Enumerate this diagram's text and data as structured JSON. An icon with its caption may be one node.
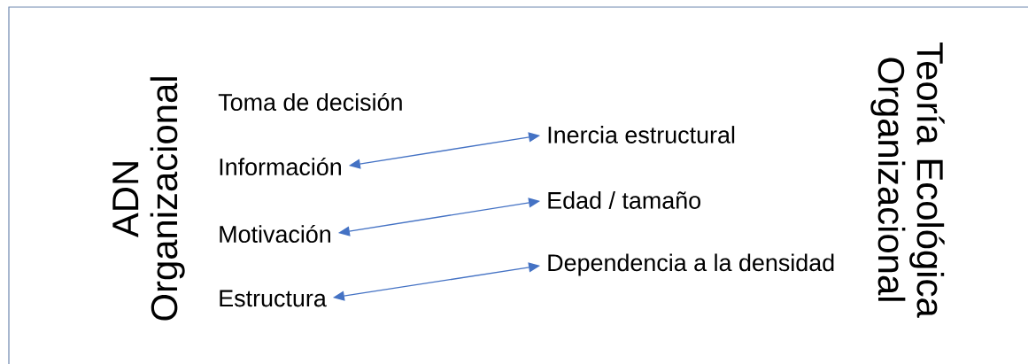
{
  "diagram": {
    "nodes": [
      {
        "text": [
          "Toma de decisión"
        ]
      },
      {
        "text": [
          "Información"
        ]
      },
      {
        "text": [
          "Motivación"
        ]
      },
      {
        "text": [
          "Estructura"
        ]
      },
      {
        "text": [
          "Inercia estructural"
        ]
      },
      {
        "text": [
          "Edad / tamaño"
        ]
      },
      {
        "text": [
          "Dependencia a la densidad"
        ]
      }
    ],
    "edges": [
      {
        "from": 1,
        "to": 4,
        "arrow": "both"
      },
      {
        "from": 2,
        "to": 5,
        "arrow": "both"
      },
      {
        "from": 3,
        "to": 6,
        "arrow": "both"
      }
    ],
    "labels": [
      "ADN Organizacional",
      "Teoría Ecológica Organizacional"
    ]
  }
}
